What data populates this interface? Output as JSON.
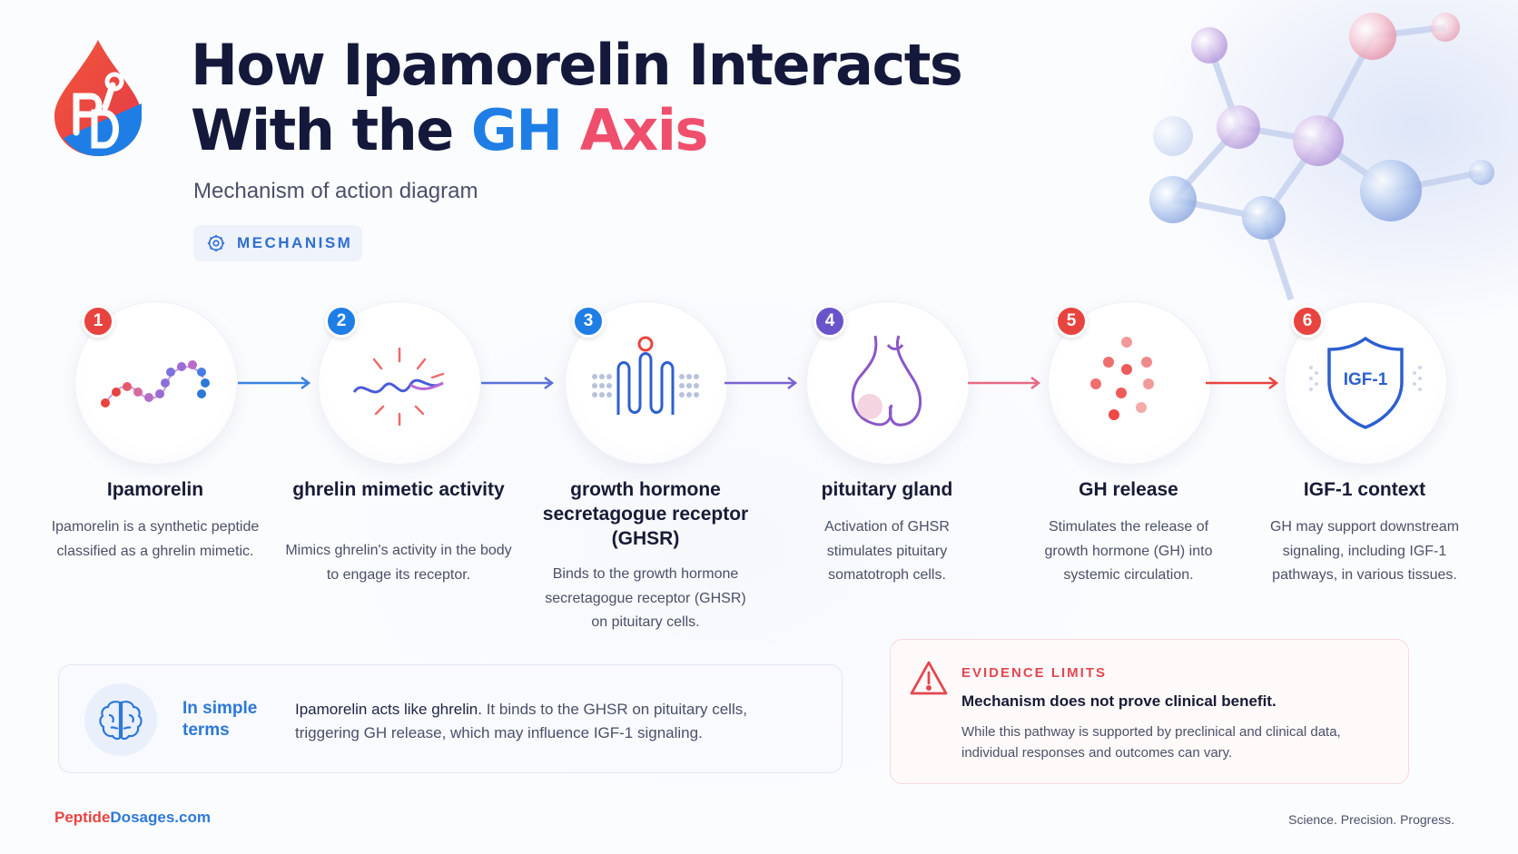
{
  "header": {
    "title_line1": "How Ipamorelin Interacts",
    "title_line2_prefix": "With the ",
    "title_gh": "GH",
    "title_axis": "Axis",
    "subtitle": "Mechanism of action diagram",
    "chip_label": "MECHANISM"
  },
  "logo": {
    "letters": "PD"
  },
  "steps": [
    {
      "number": "1",
      "title": "Ipamorelin",
      "description": "Ipamorelin is a synthetic peptide classified as a ghrelin mimetic.",
      "badge_color": "#e8443f",
      "icon": "peptide-chain-icon"
    },
    {
      "number": "2",
      "title": "ghrelin mimetic activity",
      "description": "Mimics ghrelin's activity in the body to engage its receptor.",
      "badge_color": "#1f7ee6",
      "icon": "ghrelin-wave-icon"
    },
    {
      "number": "3",
      "title": "growth hormone secretagogue receptor (GHSR)",
      "description": "Binds to the growth hormone secretagogue receptor (GHSR) on pituitary cells.",
      "badge_color": "#1f7ee6",
      "icon": "receptor-icon"
    },
    {
      "number": "4",
      "title": "pituitary gland",
      "description": "Activation of GHSR stimulates pituitary somatotroph cells.",
      "badge_color": "#6b54c9",
      "icon": "pituitary-icon"
    },
    {
      "number": "5",
      "title": "GH release",
      "description": "Stimulates the release of growth hormone (GH) into systemic circulation.",
      "badge_color": "#e8443f",
      "icon": "gh-particles-icon"
    },
    {
      "number": "6",
      "title": "IGF-1 context",
      "description": "GH may support downstream signaling, including IGF-1 pathways, in various tissues.",
      "badge_color": "#e8443f",
      "icon": "igf-shield-icon",
      "icon_text": "IGF-1"
    }
  ],
  "simple_terms": {
    "label": "In simple terms",
    "text_strong": "Ipamorelin acts like ghrelin.",
    "text_rest": " It binds to the GHSR on pituitary cells, triggering GH release, which may influence IGF-1 signaling."
  },
  "evidence": {
    "title": "EVIDENCE LIMITS",
    "subtitle": "Mechanism does not prove clinical benefit.",
    "text": "While this pathway is supported by preclinical and clinical data, individual responses and outcomes can vary."
  },
  "footer": {
    "brand_part1": "Peptide",
    "brand_part2": "Dosages.com",
    "tagline": "Science. Precision. Progress."
  },
  "colors": {
    "title": "#14183a",
    "gh_blue": "#1f7ee6",
    "axis_red": "#ef4f6c",
    "evidence_red": "#e4474f"
  }
}
